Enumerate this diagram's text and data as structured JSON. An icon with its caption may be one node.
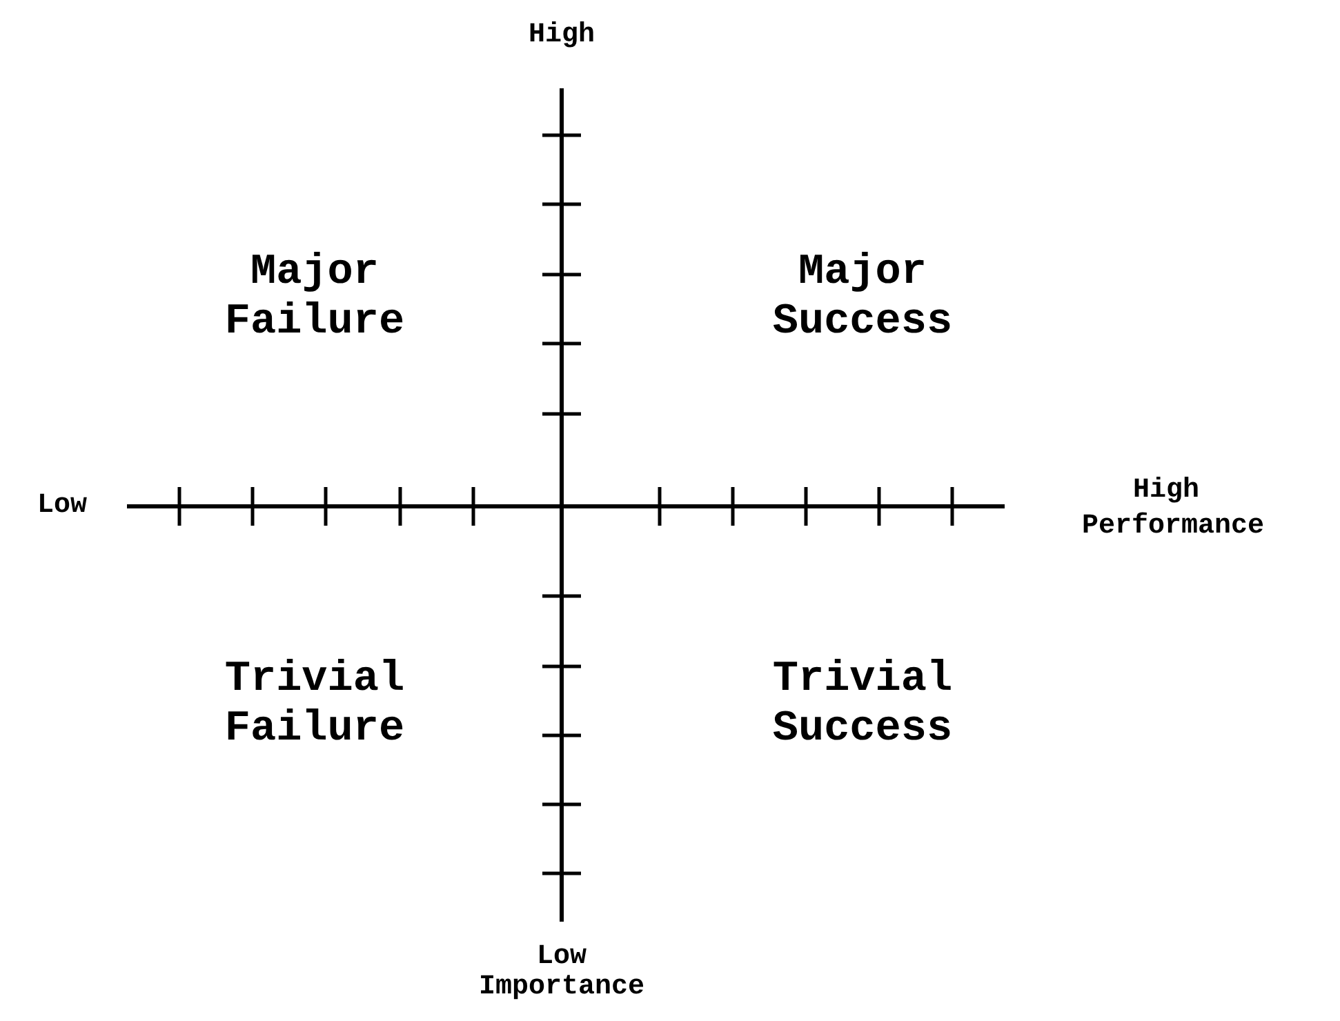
{
  "diagram": {
    "labels": [
      "High",
      "Major Failure",
      "Major Success",
      "Low",
      "High",
      "Performance",
      "Trivial Failure",
      "Trivial Success",
      "Low",
      "Importance"
    ]
  }
}
